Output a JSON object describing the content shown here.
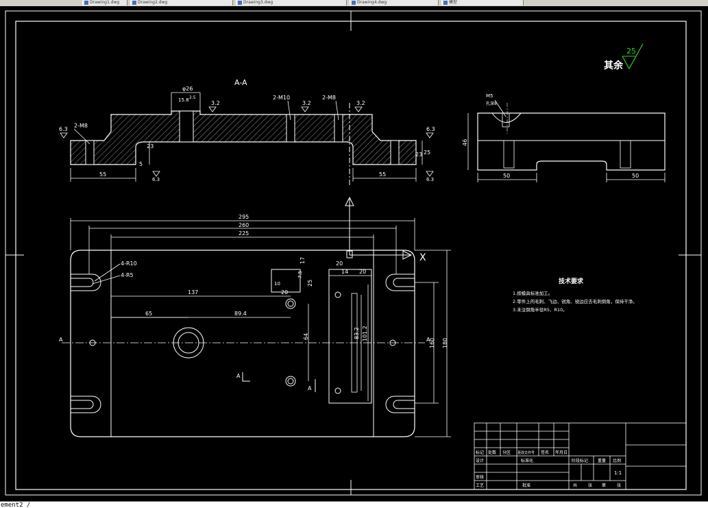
{
  "tabs": [
    {
      "label": "Drawing1.dwg"
    },
    {
      "label": "Drawing2.dwg"
    },
    {
      "label": "Drawing3.dwg"
    },
    {
      "label": "Drawing4.dwg"
    },
    {
      "label": "模型"
    }
  ],
  "command_line": "ement2 /",
  "drawing": {
    "roughness_note": {
      "label": "其余",
      "value": "25"
    },
    "section_title": "A-A",
    "section_view": {
      "dims": [
        "55",
        "55",
        "5",
        "23",
        "25",
        "23"
      ],
      "callouts": [
        "2-M8",
        "2-M10",
        "2-M8",
        "φ26",
        "15.8",
        "2.5"
      ],
      "roughness": [
        "6.3",
        "3.2",
        "3.2",
        "3.2",
        "6.3",
        "6.3",
        "6.3"
      ]
    },
    "side_view": {
      "dims": [
        "50",
        "50",
        "46"
      ],
      "callouts": [
        "M5",
        "孔深8"
      ]
    },
    "plan_view": {
      "top_dims": [
        "295",
        "260",
        "225"
      ],
      "horizontal_dims": [
        "137",
        "65",
        "89.4",
        "20",
        "14",
        "20",
        "10",
        "20"
      ],
      "vertical_dims": [
        "17",
        "7.5",
        "25",
        "64",
        "83.2",
        "101.2",
        "160",
        "180"
      ],
      "labels": [
        "4-R10",
        "4-R5",
        "A",
        "A",
        "A",
        "A",
        "X"
      ]
    },
    "tech_requirements": {
      "title": "技术要求",
      "items": [
        "1.按模具标准加工。",
        "2.零件上的毛刺、飞边、锐角、锐边应去毛刺倒角，保持干净。",
        "3.未注倒角半径R5、R10。"
      ]
    },
    "title_block": {
      "row_labels": [
        "标记",
        "处数",
        "分区",
        "更改文件号",
        "签名",
        "年月日"
      ],
      "design": "设计",
      "standardize": "标准化",
      "review": "审核",
      "process": "工艺",
      "approve": "批准",
      "stage_header": [
        "阶段标记",
        "重量",
        "比例"
      ],
      "scale": "1:1",
      "sheet_info": [
        "共",
        "张",
        "第",
        "张"
      ]
    }
  }
}
